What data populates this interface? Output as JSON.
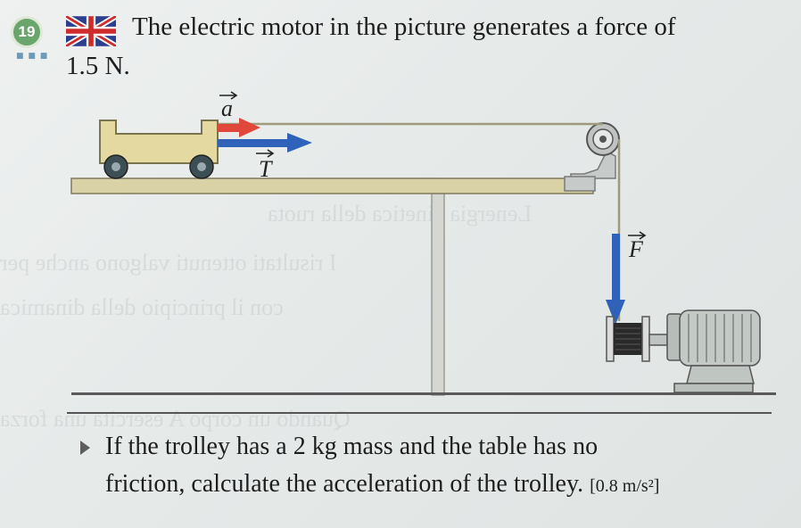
{
  "exercise": {
    "number": "19",
    "problem_line1": "The electric motor in the picture generates a force of",
    "problem_line2": "1.5 N.",
    "question_line1": "If the trolley has a 2 kg mass and the table has no",
    "question_line2": "friction, calculate the acceleration of the trolley.",
    "answer": "[0.8 m/s²]"
  },
  "diagram": {
    "label_acceleration": "a",
    "label_tension_horizontal": "T",
    "label_force_vertical": "F",
    "colors": {
      "acceleration_arrow": "#e2473b",
      "tension_arrow": "#2f62b8",
      "force_arrow": "#2f62b8",
      "trolley": "#e3d9a1",
      "table": "#d9d2a6",
      "motor": "#bfc6c2"
    }
  }
}
